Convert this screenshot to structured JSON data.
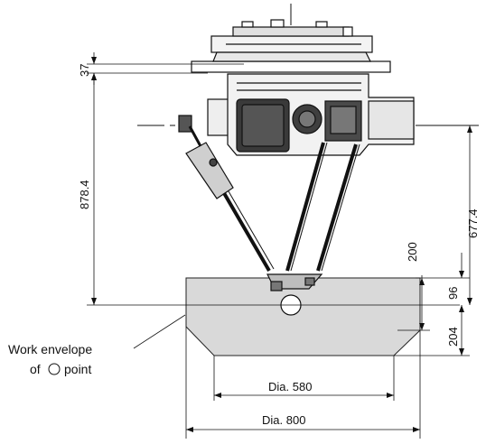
{
  "figure": {
    "dimensions": {
      "flange_thickness": "37",
      "total_height": "878.4",
      "stroke_height": "677.4",
      "envelope_upper": "200",
      "envelope_mid": "96",
      "envelope_lower": "204",
      "dia_inner": "Dia. 580",
      "dia_outer": "Dia. 800"
    },
    "annotation": {
      "line1": "Work envelope",
      "line2_prefix": "of",
      "line2_suffix": "point"
    }
  }
}
